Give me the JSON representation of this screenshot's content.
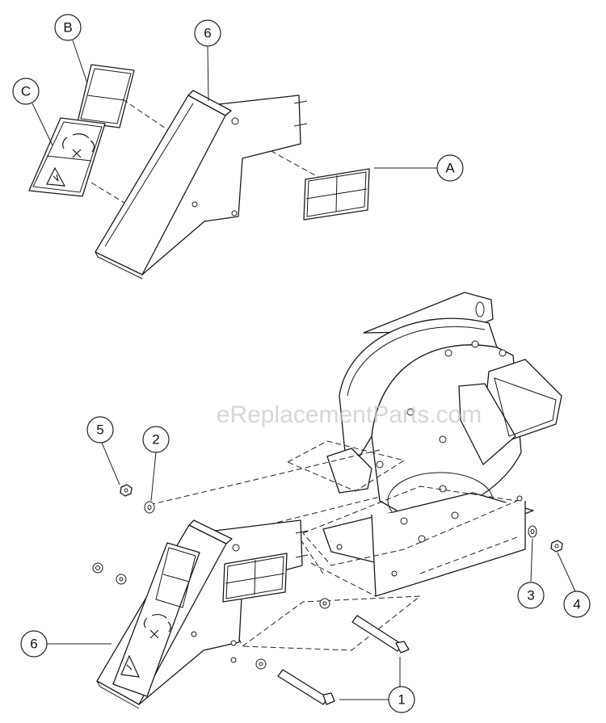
{
  "watermark": "eReplacementParts.com",
  "callouts": {
    "decal_b": "B",
    "decal_c": "C",
    "decal_a": "A",
    "chute_top": "6",
    "chute_bottom": "6",
    "nut_left": "5",
    "washer_left": "2",
    "washer_right": "3",
    "nut_right": "4",
    "bolt": "1"
  }
}
